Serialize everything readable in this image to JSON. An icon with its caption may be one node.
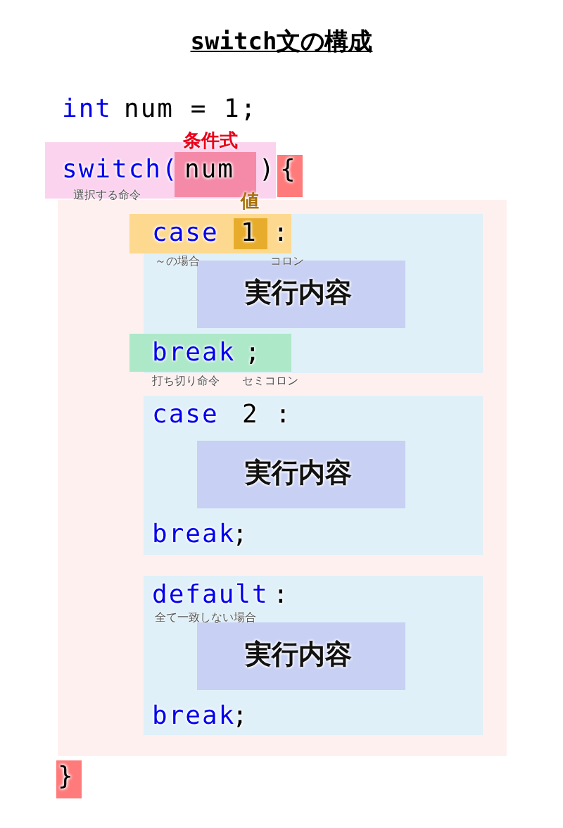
{
  "diagram": {
    "title": "switch文の構成",
    "nodes": [
      {
        "text": [
          "switch(",
          ")"
        ],
        "beside": [
          "選択する命令"
        ]
      },
      {
        "text": [
          "条件式",
          "num"
        ],
        "in": 0
      },
      {
        "text": [
          "{"
        ]
      },
      {
        "text": [],
        "shape": "box"
      },
      {
        "text": [],
        "shape": "box",
        "in": 3
      },
      {
        "text": [
          "case",
          ":"
        ],
        "beside": [
          "～の場合",
          "コロン"
        ],
        "in": 3
      },
      {
        "text": [
          "値",
          "1"
        ],
        "in": 5
      },
      {
        "text": [
          "実行内容"
        ],
        "in": 4
      },
      {
        "text": [
          "break",
          ";"
        ],
        "beside": [
          "打ち切り命令",
          "セミコロン"
        ],
        "in": 3
      },
      {
        "text": [
          "case",
          "2 :",
          "break",
          ";"
        ],
        "in": 3
      },
      {
        "text": [
          "実行内容"
        ],
        "in": 9
      },
      {
        "text": [
          "default",
          ":",
          "break",
          ";"
        ],
        "beside": [
          "全て一致しない場合"
        ],
        "in": 3
      },
      {
        "text": [
          "実行内容"
        ],
        "in": 11
      },
      {
        "text": [
          "}"
        ]
      }
    ],
    "labels": [
      "int",
      "num = 1;"
    ]
  }
}
